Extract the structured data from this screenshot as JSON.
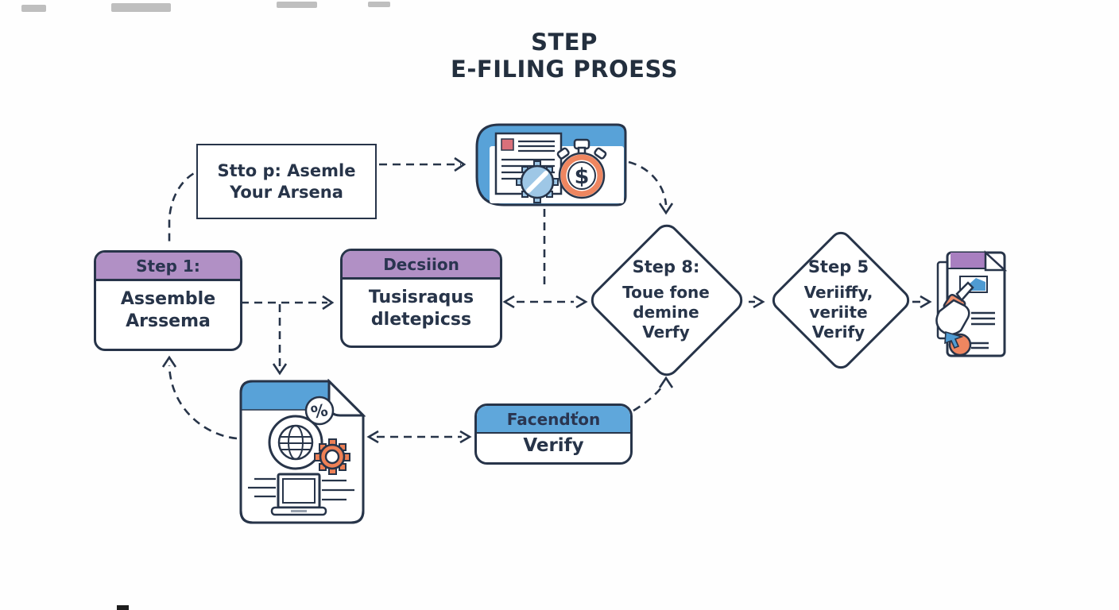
{
  "title": {
    "line1": "STEP",
    "line2": "E-FILING PROESS"
  },
  "colors": {
    "navy": "#273449",
    "title_navy": "#232f3e",
    "purple_header": "#b190c5",
    "purple_doc": "#a87fc0",
    "blue": "#58a2d8",
    "blue_header": "#5fa7db",
    "orange": "#ee8660",
    "stamp_red": "#d9707a",
    "gear_blue": "#9ec7e6",
    "background": "#fefefe"
  },
  "nodes": {
    "start": {
      "line1": "Stto p: Asemle",
      "line2": "Your Arsena"
    },
    "step1": {
      "header": "Step 1:",
      "line1": "Assemble",
      "line2": "Arssema"
    },
    "decision": {
      "header": "Decsiion",
      "line1": "Tusisraqus",
      "line2": "dletepicss"
    },
    "diamond1": {
      "header": "Step 8:",
      "line1": "Toue fone",
      "line2": "demine",
      "line3": "Verfy"
    },
    "diamond2": {
      "header": "Step 5",
      "line1": "Veriiffy,",
      "line2": "veriite",
      "line3": "Verify"
    },
    "verify": {
      "header": "Facendťon",
      "body": "Verify"
    }
  },
  "glyphs": {
    "dollar": "$",
    "percent": "%"
  },
  "icon_names": {
    "top": "document-stopwatch-dollar-icon",
    "bottom": "file-globe-gear-laptop-icon",
    "right": "document-hand-pointer-icon"
  }
}
